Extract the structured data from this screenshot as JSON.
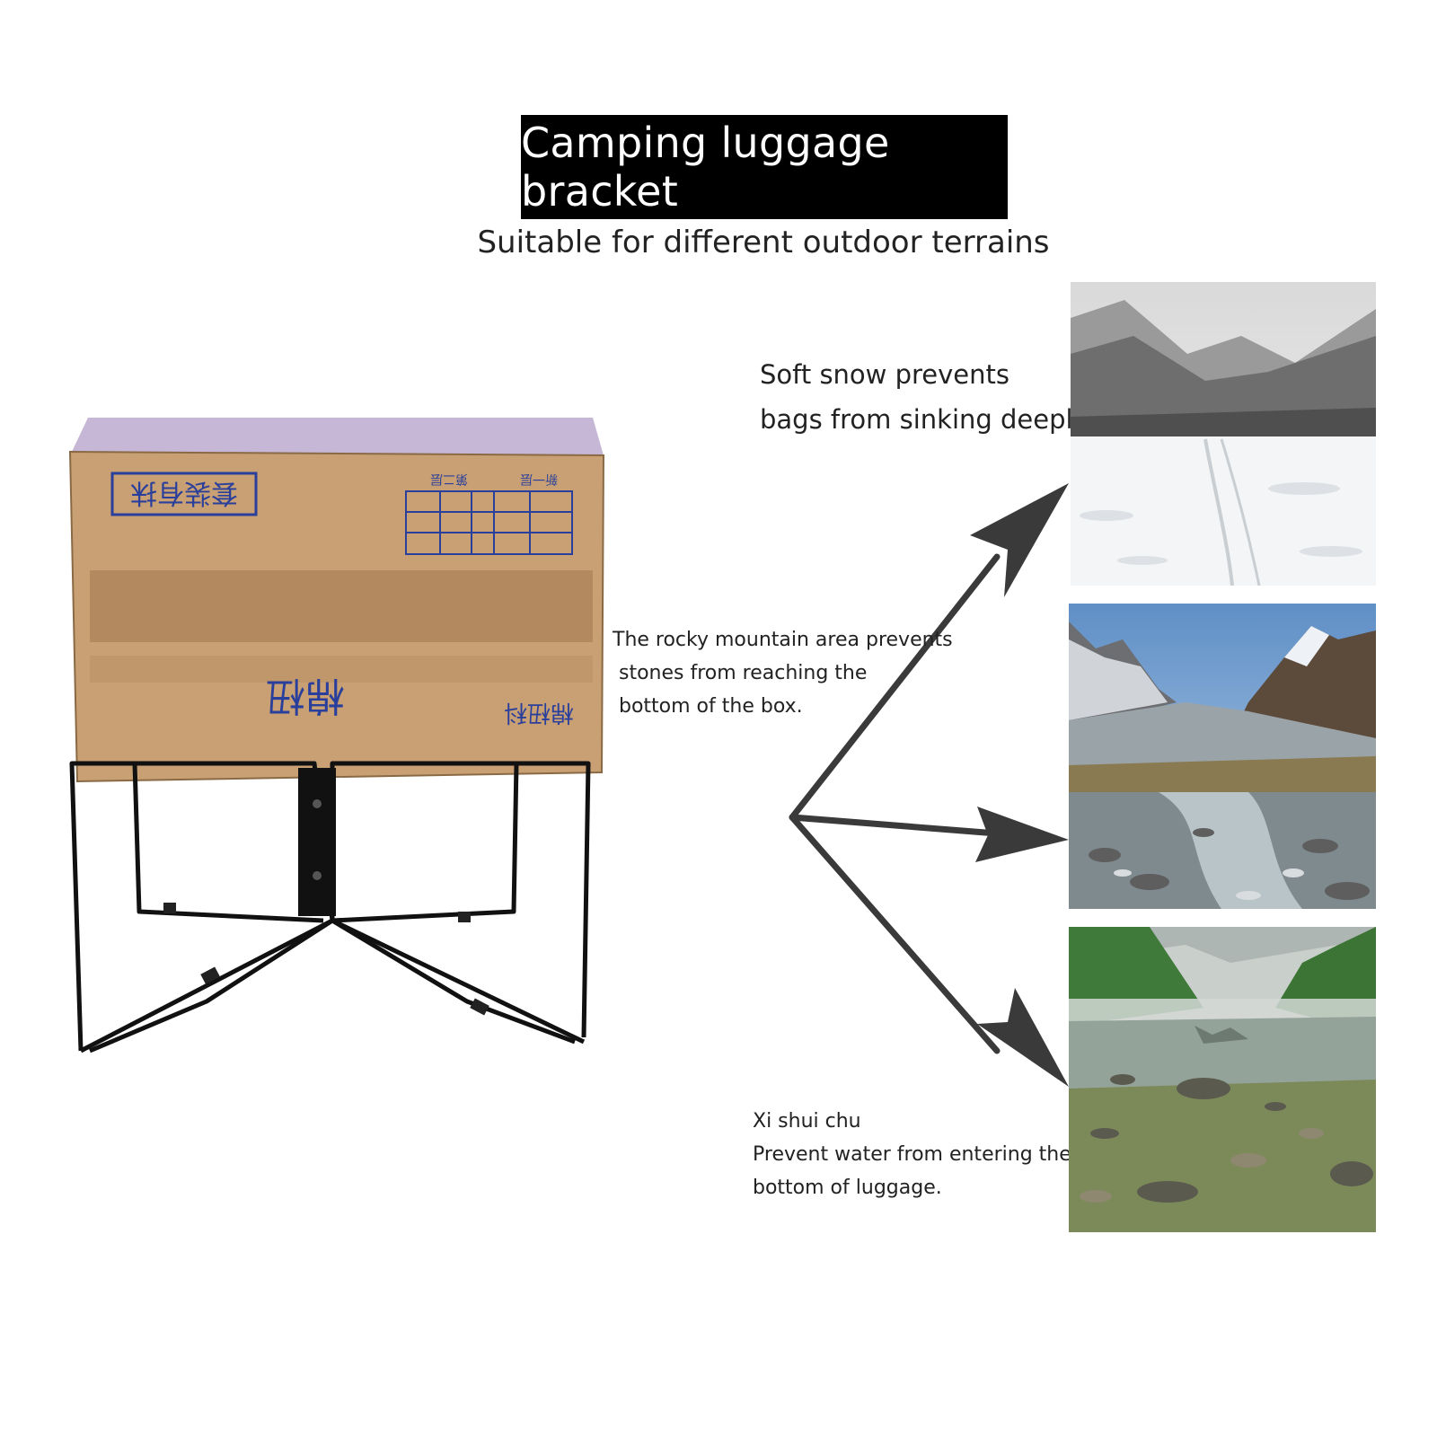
{
  "header": {
    "title": "Camping luggage bracket",
    "subtitle": "Suitable for different outdoor terrains"
  },
  "terrains": {
    "snow": {
      "lines": [
        "Soft snow prevents",
        "bags from sinking deeply."
      ],
      "photo_icon": "snow-landscape"
    },
    "rocky": {
      "lines": [
        "The rocky mountain area prevents",
        "stones from reaching the",
        "bottom of the box."
      ],
      "photo_icon": "rocky-mountain-landscape"
    },
    "water": {
      "lines": [
        "Xi shui chu",
        "Prevent water from entering the",
        "bottom of luggage."
      ],
      "photo_icon": "stream-landscape"
    }
  },
  "product": {
    "box_icon": "cardboard-box",
    "stand_icon": "folding-wire-stand",
    "box_print": [
      "套装有抹",
      "棉杻",
      "新一层",
      "第二层",
      "棉杻科"
    ]
  },
  "colors": {
    "arrow": "#3a3a3a",
    "cardboard": "#c49a6c",
    "stand": "#111111"
  }
}
